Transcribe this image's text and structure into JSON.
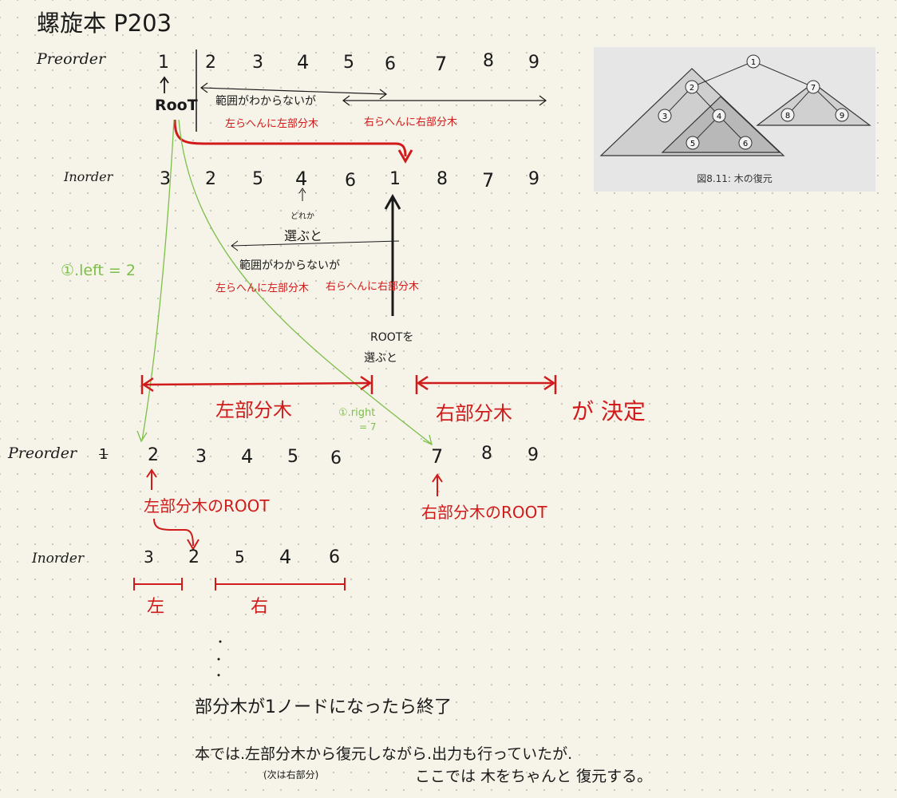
{
  "title": "螺旋本 P203",
  "preorder_label": "Preorder",
  "inorder_label": "Inorder",
  "preorder_seq": [
    "1",
    "2",
    "3",
    "4",
    "5",
    "6",
    "7",
    "8",
    "9"
  ],
  "inorder_seq": [
    "3",
    "2",
    "5",
    "4",
    "6",
    "1",
    "8",
    "7",
    "9"
  ],
  "root_label": "RooT",
  "note_range1": "範囲がわからないが",
  "note_left_sub": "左らへんに左部分木",
  "note_right_sub": "右らへんに右部分木",
  "note_dore": "どれか",
  "note_erabu": "選ぶと",
  "note_range2": "範囲がわからないが",
  "note_left_sub2": "左らへんに左部分木",
  "note_right_sub2": "右らへんに右部分木",
  "note_root_erabu_1": "ROOTを",
  "note_root_erabu_2": "選ぶと",
  "green_left": "①.left = 2",
  "green_right_1": "①.right",
  "green_right_2": "= 7",
  "left_subtree": "左部分木",
  "right_subtree": "右部分木",
  "kettei": "が 決定",
  "preorder2_label": "Preorder",
  "preorder2_mark": "1",
  "preorder2_left": [
    "2",
    "3",
    "4",
    "5",
    "6"
  ],
  "preorder2_right": [
    "7",
    "8",
    "9"
  ],
  "left_root_label": "左部分木のROOT",
  "right_root_label": "右部分木のROOT",
  "inorder2_seq": [
    "3",
    "2",
    "5",
    "4",
    "6"
  ],
  "left_short": "左",
  "right_short": "右",
  "end_note": "部分木が1ノードになったら終了",
  "book_note": "本では.左部分木から復元しながら.出力も行っていたが.",
  "book_note_sub": "(次は右部分)",
  "here_note": "ここでは 木をちゃんと 復元する。",
  "figure": {
    "caption": "図8.11: 木の復元",
    "nodes": [
      "1",
      "2",
      "3",
      "4",
      "5",
      "6",
      "7",
      "8",
      "9"
    ]
  }
}
